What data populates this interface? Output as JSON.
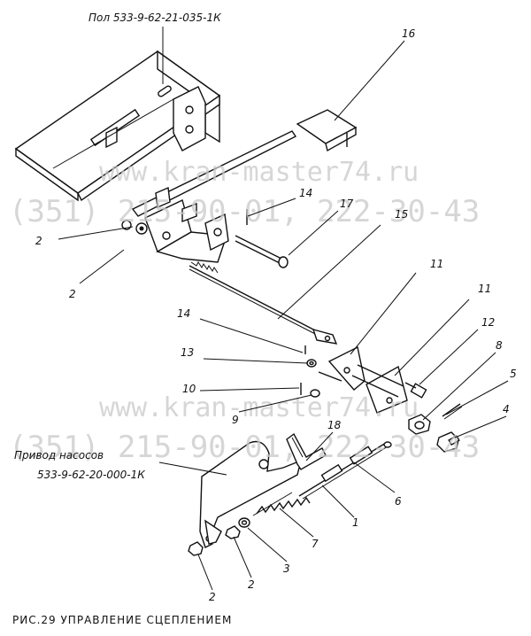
{
  "title_top": "Пол 533-9-62-21-035-1К",
  "title_drive": [
    "Привод насосов",
    "533-9-62-20-000-1К"
  ],
  "caption": "РИС.29  УПРАВЛЕНИЕ  СЦЕПЛЕНИЕМ",
  "watermark": {
    "site": "www.kran-master74.ru",
    "phone": "(351) 215-90-01, 222-30-43"
  },
  "callouts": {
    "c16": "16",
    "c14a": "14",
    "c17": "17",
    "c15": "15",
    "c2a": "2",
    "c2b": "2",
    "c11a": "11",
    "c11b": "11",
    "c12": "12",
    "c14b": "14",
    "c8": "8",
    "c13": "13",
    "c5": "5",
    "c10": "10",
    "c9": "9",
    "c4": "4",
    "c18": "18",
    "c6": "6",
    "c1": "1",
    "c7": "7",
    "c3": "3",
    "c2c": "2",
    "c2d": "2"
  }
}
